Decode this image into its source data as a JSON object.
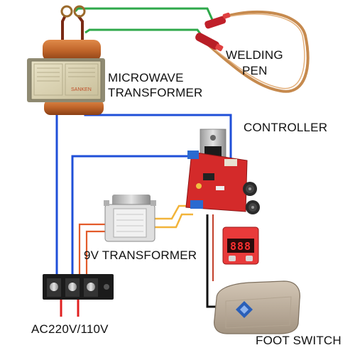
{
  "labels": {
    "microwave_transformer": [
      "MICROWAVE",
      "TRANSFORMER"
    ],
    "welding_pen": [
      "WELDING",
      "PEN"
    ],
    "controller": "CONTROLLER",
    "nine_v_transformer": "9V TRANSFORMER",
    "ac_supply": "AC220V/110V",
    "foot_switch": "FOOT SWITCH"
  },
  "device_text": {
    "transformer_plate_brand": "SANKEN",
    "display_digits": "888"
  },
  "colors": {
    "primary_wire": "#1f4fd8",
    "secondary_wire": "#f2b43a",
    "pen_wire": "#2ea84a",
    "mains_wire": "#e02020",
    "black_wire": "#111111",
    "board": "#d42a2a",
    "display": "#e83a3a"
  }
}
